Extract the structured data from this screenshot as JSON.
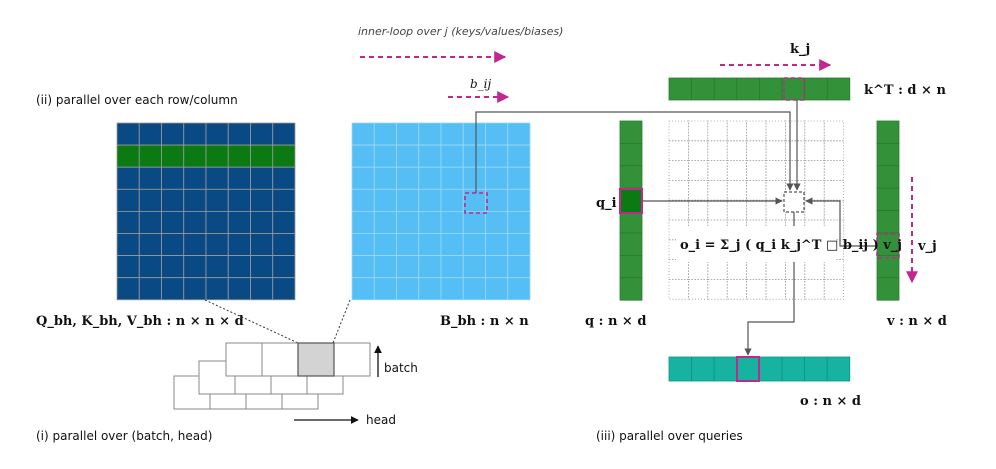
{
  "labels": {
    "inner_loop": "inner-loop over j (keys/values/biases)",
    "parallel_row_col": "(ii) parallel over each row/column",
    "parallel_batch_head": "(i) parallel over (batch, head)",
    "parallel_queries": "(iii) parallel over queries",
    "batch": "batch",
    "head": "head",
    "qkv_shape": "Q_bh, K_bh, V_bh : n × n × d",
    "bias_shape": "B_bh : n × n",
    "q_shape": "q : n × d",
    "v_shape": "v : n × d",
    "o_shape": "o : n × d",
    "kT_shape": "k^T : d × n",
    "b_ij": "b_ij",
    "k_j": "k_j",
    "q_i": "q_i",
    "v_j": "v_j",
    "formula": "o_i = Σ_j ( q_i k_j^T □ b_ij ) v_j"
  },
  "colors": {
    "dark_blue": "#0a4a84",
    "light_blue": "#55bff5",
    "green": "#33913a",
    "dark_green": "#0b7a12",
    "teal": "#16b3a0",
    "magenta": "#c0288e",
    "grid_line": "#9a9a9a"
  }
}
